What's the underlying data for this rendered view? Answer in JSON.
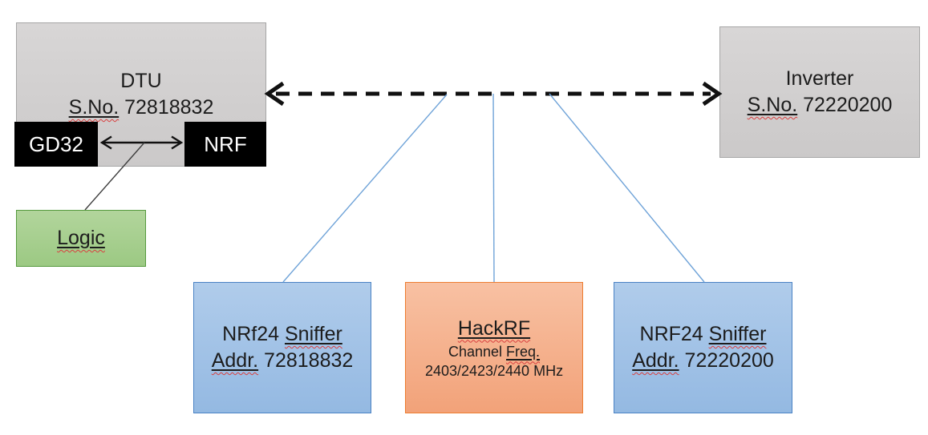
{
  "nodes": {
    "dtu": {
      "title": "DTU",
      "serial_label": "S.No.",
      "serial_number": "72818832"
    },
    "gd32": {
      "label": "GD32"
    },
    "nrf": {
      "label": "NRF"
    },
    "logic": {
      "label": "Logic"
    },
    "inverter": {
      "title": "Inverter",
      "serial_label": "S.No.",
      "serial_number": "72220200"
    },
    "sniffer_left": {
      "name": "NRf24",
      "type_word": "Sniffer",
      "addr_label": "Addr.",
      "address": "72818832"
    },
    "hackrf": {
      "title": "HackRF",
      "channel_word": "Channel",
      "freq_word": "Freq.",
      "frequencies": "2403/2423/2440 MHz"
    },
    "sniffer_right": {
      "name": "NRF24",
      "type_word": "Sniffer",
      "addr_label": "Addr.",
      "address": "72220200"
    }
  },
  "edges": [
    {
      "from": "DTU",
      "to": "Inverter",
      "style": "dashed-double-arrow"
    },
    {
      "from": "GD32",
      "to": "NRF",
      "style": "solid-double-arrow"
    },
    {
      "from": "GD32-NRF link",
      "to": "Logic",
      "style": "solid-line"
    },
    {
      "from": "DTU-Inverter link",
      "to": "NRf24 Sniffer Addr. 72818832",
      "style": "thin-blue-line"
    },
    {
      "from": "DTU-Inverter link",
      "to": "HackRF",
      "style": "thin-blue-line"
    },
    {
      "from": "DTU-Inverter link",
      "to": "NRF24 Sniffer Addr. 72220200",
      "style": "thin-blue-line"
    }
  ],
  "colors": {
    "gray_fill": "#d0cece",
    "gray_border": "#a6a6a6",
    "black_fill": "#000000",
    "green_fill": "#a9d18e",
    "green_border": "#569a3e",
    "blue_fill": "#a9c6e8",
    "blue_border": "#4a82c4",
    "orange_fill": "#f6b795",
    "orange_border": "#ed7d31",
    "connector_blue": "#6fa3d8",
    "arrow_black": "#111111",
    "spellcheck_red": "#d93f3f"
  }
}
